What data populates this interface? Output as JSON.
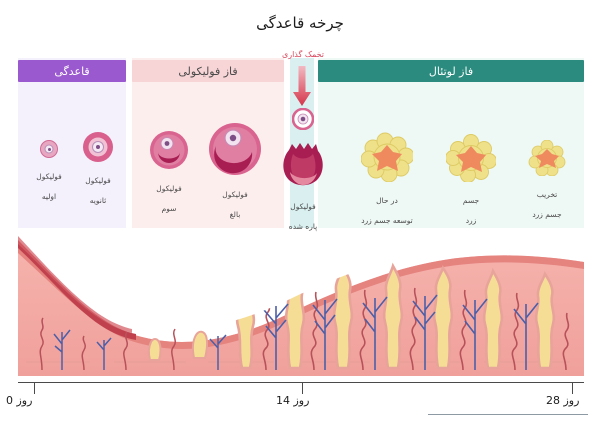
{
  "title": "چرخه قاعدگی",
  "phases": [
    {
      "id": "menstruation",
      "label": "قاعدگی",
      "bar_color": "#9b59d0",
      "bg_color": "#f4f0fc"
    },
    {
      "id": "follicular",
      "label": "فاز فولیکولی",
      "bar_color": "#f7d4d6",
      "bg_color": "#fdeeee"
    },
    {
      "id": "ovulation",
      "label": "تخمک گذاری",
      "bar_color": "#d9485e",
      "bg_color": "#d9eff0"
    },
    {
      "id": "luteal",
      "label": "فاز لوتئال",
      "bar_color": "#2a8b7e",
      "bg_color": "#eef8f4"
    }
  ],
  "stages": [
    {
      "id": "primary-follicle",
      "line1": "فولیکول",
      "line2": "اولیه"
    },
    {
      "id": "secondary-follicle",
      "line1": "فولیکول",
      "line2": "ثانویه"
    },
    {
      "id": "tertiary-follicle",
      "line1": "فولیکول",
      "line2": "سوم"
    },
    {
      "id": "mature-follicle",
      "line1": "فولیکول",
      "line2": "بالغ"
    },
    {
      "id": "ruptured-follicle",
      "line1": "فولیکول",
      "line2": "پاره شده"
    },
    {
      "id": "developing-corpus",
      "line1": "در حال",
      "line2": "توسعه جسم زرد"
    },
    {
      "id": "corpus-luteum",
      "line1": "جسم",
      "line2": "زرد"
    },
    {
      "id": "degenerating-corpus",
      "line1": "تخریب",
      "line2": "جسم زرد"
    }
  ],
  "timeline": {
    "ticks": [
      {
        "id": "day-0",
        "label": "روز 0",
        "day": 0
      },
      {
        "id": "day-14",
        "label": "روز 14",
        "day": 14
      },
      {
        "id": "day-28",
        "label": "روز 28",
        "day": 28
      }
    ]
  },
  "colors": {
    "follicle_pink": "#d8days",
    "follicle_outer": "#d95f8c",
    "follicle_deep": "#a81e52",
    "corpus_yellow": "#efe08a",
    "corpus_core": "#ef8a5f",
    "endometrium": "#f3a9a4",
    "endometrium_surface": "#e5837f",
    "gland_yellow": "#f6dd96",
    "artery_red": "#b8525a",
    "vein_blue": "#4c5fa8",
    "shed_blood": "#c0414d"
  }
}
